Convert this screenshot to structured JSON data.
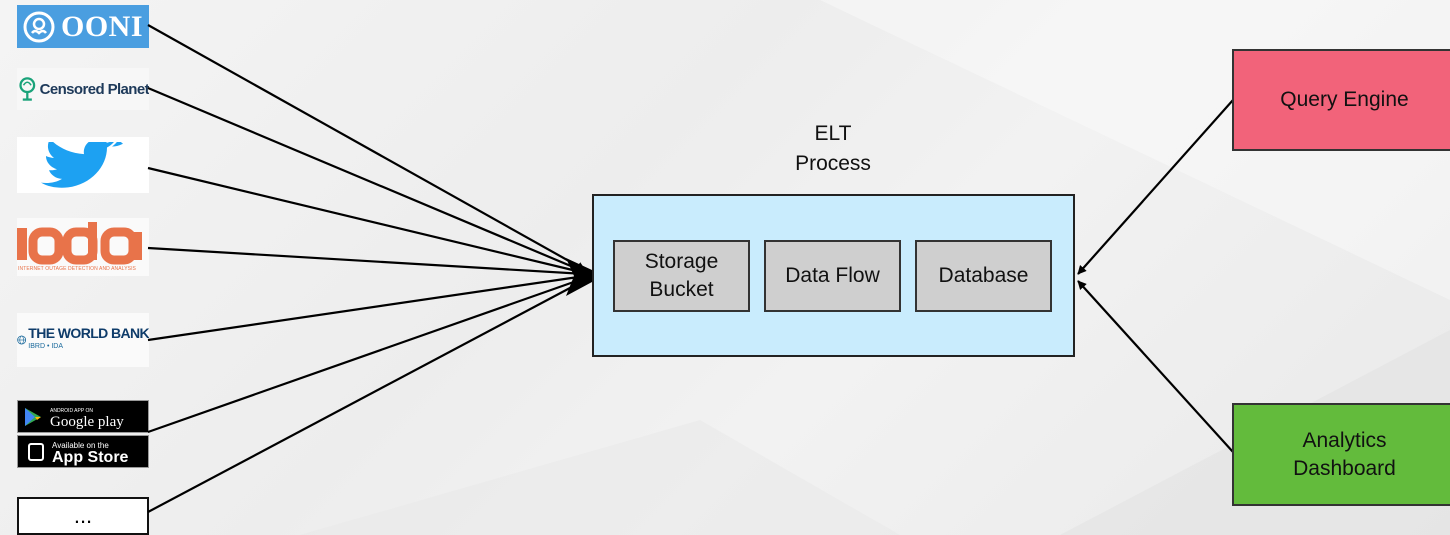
{
  "sources": {
    "ooni": {
      "text": "OONI"
    },
    "censored_planet": {
      "text": "Censored Planet"
    },
    "twitter": {
      "text": ""
    },
    "ioda": {
      "text": "ioda",
      "subtext": "INTERNET OUTAGE DETECTION AND ANALYSIS"
    },
    "world_bank": {
      "text": "THE WORLD BANK",
      "subtext": "IBRD • IDA"
    },
    "google_play": {
      "small": "ANDROID APP ON",
      "text": "Google play"
    },
    "app_store": {
      "small": "Available on the",
      "text": "App Store"
    },
    "more": {
      "text": "..."
    }
  },
  "elt": {
    "caption_line1": "ELT",
    "caption_line2": "Process",
    "storage_line1": "Storage",
    "storage_line2": "Bucket",
    "data_flow": "Data Flow",
    "database": "Database"
  },
  "query_engine": {
    "text": "Query Engine",
    "color": "#f2637a"
  },
  "analytics": {
    "line1": "Analytics",
    "line2": "Dashboard",
    "color": "#63bb3c"
  },
  "colors": {
    "elt_fill": "#c9ecfd",
    "inner_fill": "#cfcfcf",
    "twitter_blue": "#1da1f2",
    "ooni_blue": "#4a9ee0",
    "ioda_orange": "#e8734a"
  },
  "icons": [
    "ooni-octopus-icon",
    "censored-planet-icon",
    "twitter-bird-icon",
    "ioda-logo-icon",
    "world-bank-globe-icon",
    "google-play-icon",
    "apple-icon"
  ]
}
